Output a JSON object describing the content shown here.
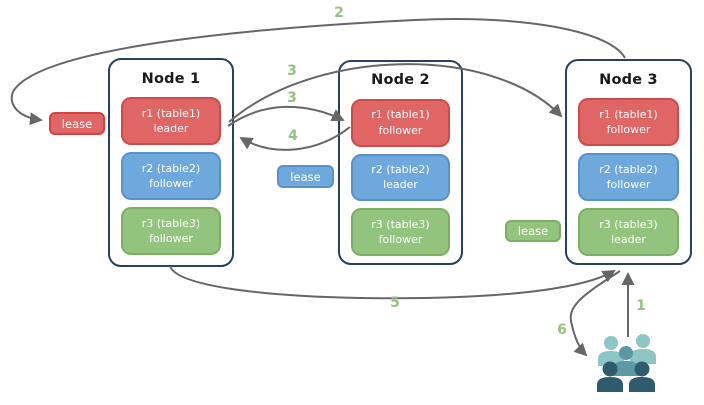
{
  "colors": {
    "canvas_bg": "#ffffff",
    "node_fill": "#ffffff",
    "node_border": "#26425f",
    "red_fill": "#e06666",
    "red_border": "#cc4b4b",
    "blue_fill": "#6fa8dc",
    "blue_border": "#5992cb",
    "green_fill": "#93c47d",
    "green_border": "#7dae63",
    "arrow": "#666666",
    "step_label": "#93c47d",
    "box_text": "#ffffff",
    "title_text": "#1a1a1a",
    "users_light": "#8ec6c5",
    "users_mid": "#5d98a5",
    "users_dark": "#2e5b6d"
  },
  "nodes": [
    {
      "title": "Node 1",
      "replicas": [
        {
          "id": "r1 (table1)",
          "role": "leader",
          "color": "red"
        },
        {
          "id": "r2 (table2)",
          "role": "follower",
          "color": "blue"
        },
        {
          "id": "r3 (table3)",
          "role": "follower",
          "color": "green"
        }
      ]
    },
    {
      "title": "Node 2",
      "replicas": [
        {
          "id": "r1 (table1)",
          "role": "follower",
          "color": "red"
        },
        {
          "id": "r2 (table2)",
          "role": "leader",
          "color": "blue"
        },
        {
          "id": "r3 (table3)",
          "role": "follower",
          "color": "green"
        }
      ]
    },
    {
      "title": "Node 3",
      "replicas": [
        {
          "id": "r1 (table1)",
          "role": "follower",
          "color": "red"
        },
        {
          "id": "r2 (table2)",
          "role": "follower",
          "color": "blue"
        },
        {
          "id": "r3 (table3)",
          "role": "leader",
          "color": "green"
        }
      ]
    }
  ],
  "leases": [
    {
      "label": "lease",
      "color": "red"
    },
    {
      "label": "lease",
      "color": "blue"
    },
    {
      "label": "lease",
      "color": "green"
    }
  ],
  "steps": {
    "s1": "1",
    "s2": "2",
    "s3a": "3",
    "s3b": "3",
    "s4": "4",
    "s5": "5",
    "s6": "6"
  },
  "icons": {
    "users": "users-group-icon"
  }
}
